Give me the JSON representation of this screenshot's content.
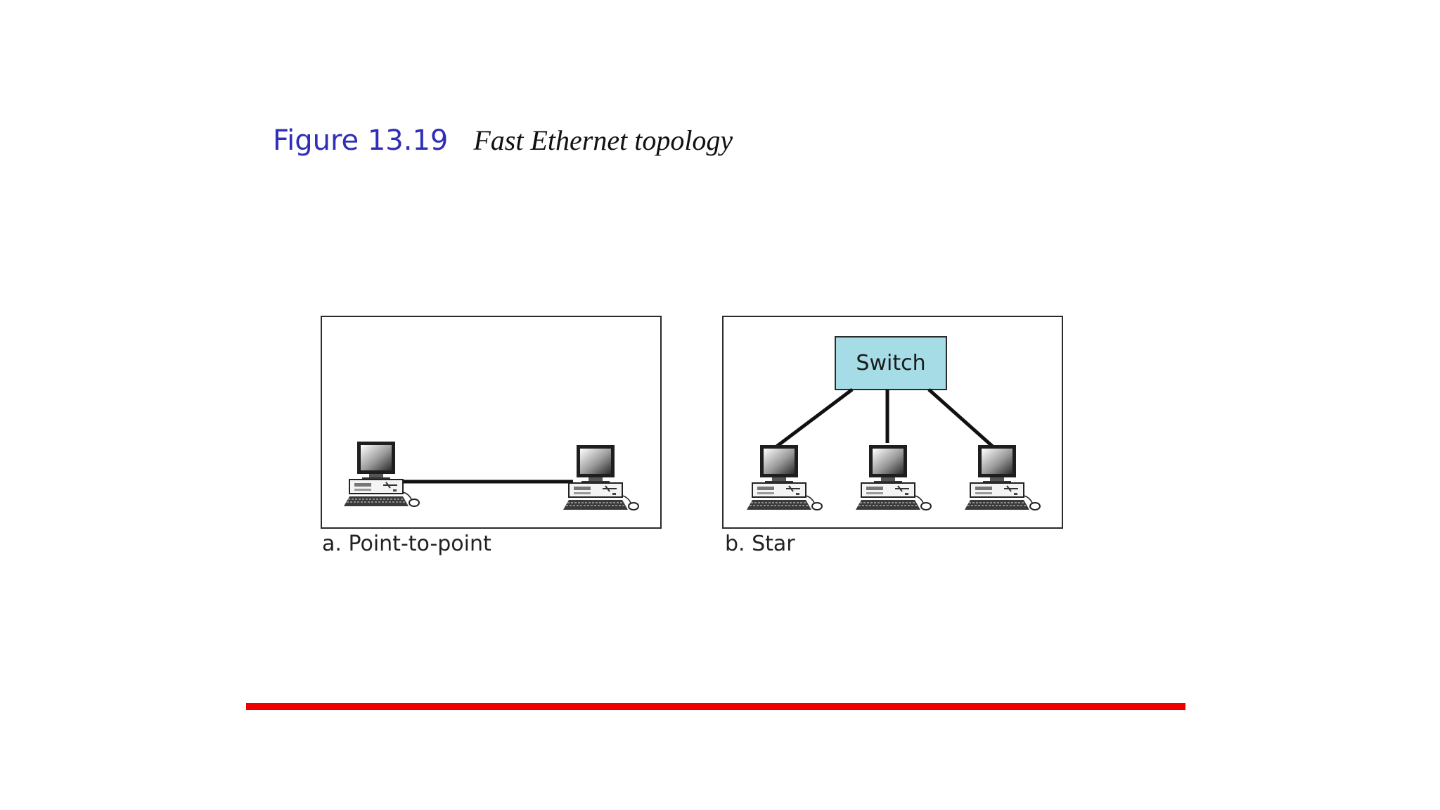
{
  "figure": {
    "number": "Figure 13.19",
    "title": "Fast Ethernet topology"
  },
  "panels": [
    {
      "caption": "a. Point-to-point",
      "computers": 2
    },
    {
      "caption": "b. Star",
      "computers": 3,
      "hub_label": "Switch"
    }
  ],
  "colors": {
    "figure_number": "#2e2eb8",
    "switch_fill": "#a6dce6",
    "divider_rule": "#ee0000"
  }
}
